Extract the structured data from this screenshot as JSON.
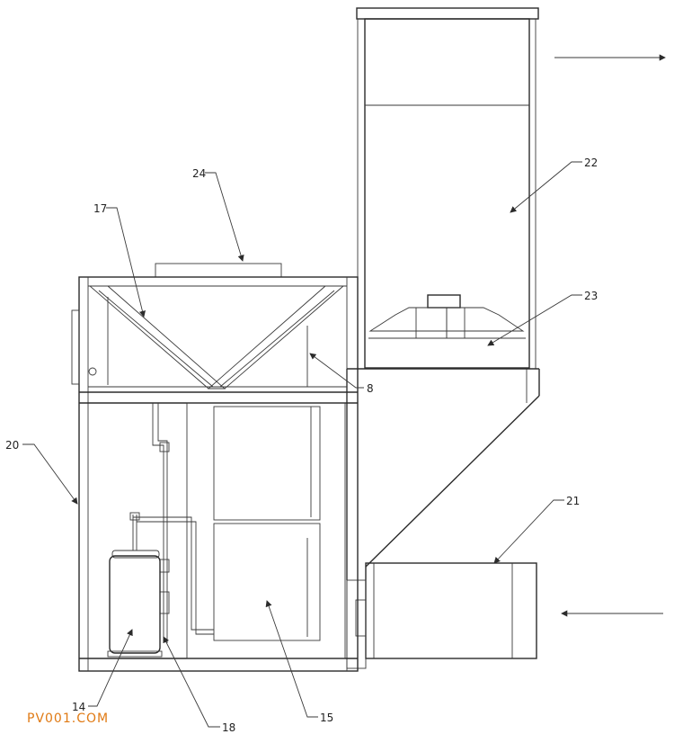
{
  "diagram": {
    "labels": [
      "24",
      "17",
      "22",
      "23",
      "8",
      "20",
      "21",
      "15",
      "14",
      "18"
    ],
    "watermark": "PV001.COM"
  }
}
